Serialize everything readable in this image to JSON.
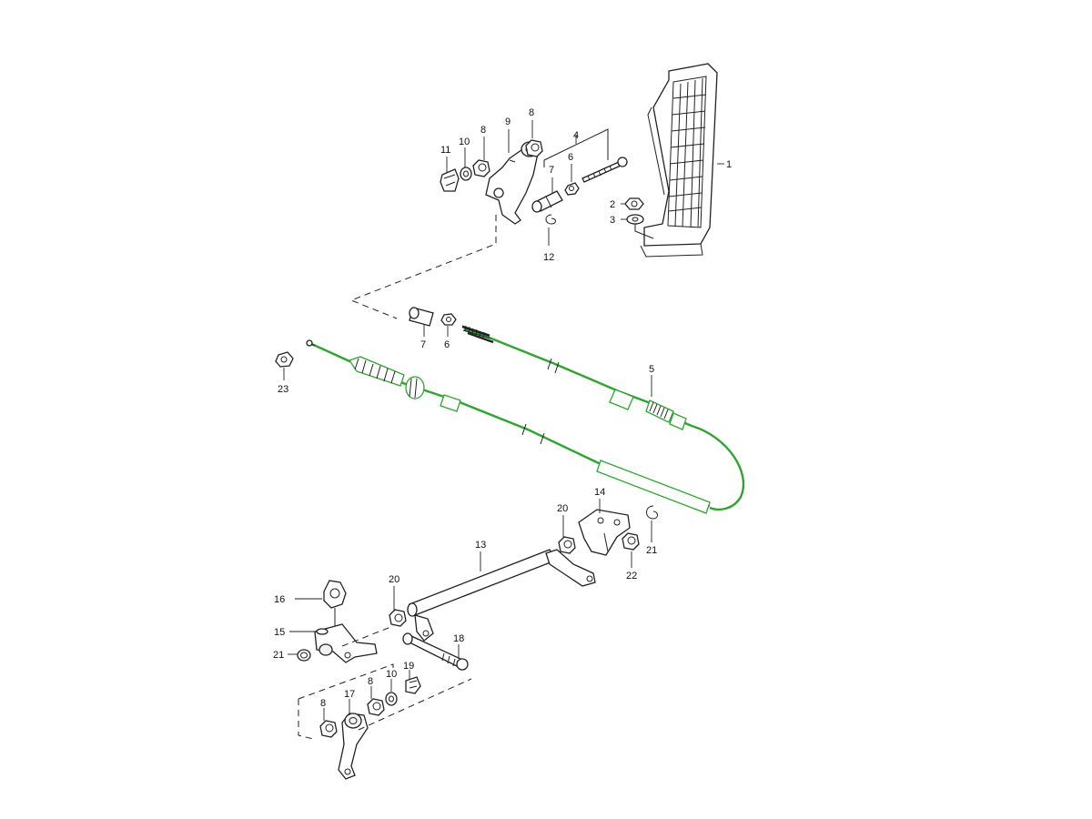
{
  "diagram": {
    "labels": [
      "1",
      "2",
      "3",
      "4",
      "5",
      "6",
      "6",
      "7",
      "7",
      "8",
      "8",
      "8",
      "8",
      "9",
      "10",
      "10",
      "11",
      "12",
      "13",
      "14",
      "15",
      "16",
      "17",
      "18",
      "19",
      "20",
      "20",
      "21",
      "21",
      "22",
      "23"
    ],
    "highlight_color": "#2ea52e",
    "line_color": "#222222",
    "background": "#ffffff"
  }
}
